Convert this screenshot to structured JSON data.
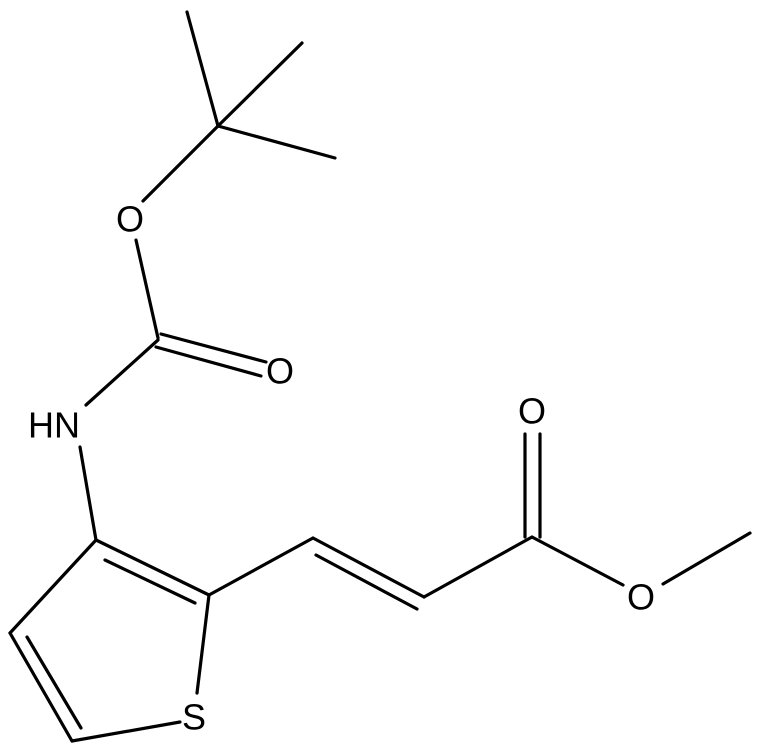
{
  "atoms": {
    "oxygen_ether_boc": "O",
    "oxygen_carbonyl_boc": "O",
    "nitrogen": "HN",
    "oxygen_carbonyl_ester": "O",
    "oxygen_ether_ester": "O",
    "sulfur": "S"
  },
  "colors": {
    "bond": "#000000",
    "background": "#ffffff"
  }
}
